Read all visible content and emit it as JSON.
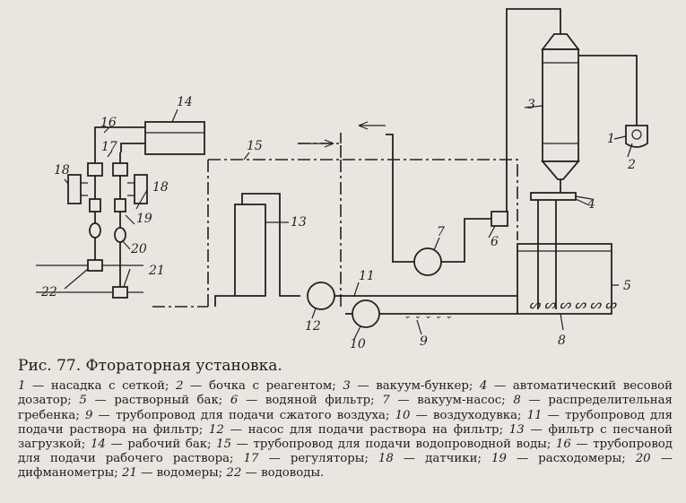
{
  "figure": {
    "title": "Рис. 77. Фтораторная установка.",
    "labels": [
      "1",
      "2",
      "3",
      "4",
      "5",
      "6",
      "7",
      "8",
      "9",
      "10",
      "11",
      "12",
      "13",
      "14",
      "15",
      "16",
      "17",
      "18",
      "19",
      "20",
      "21",
      "22"
    ]
  },
  "legend": [
    {
      "num": "1",
      "text": "насадка с сеткой"
    },
    {
      "num": "2",
      "text": "бочка с реагентом"
    },
    {
      "num": "3",
      "text": "вакуум-бункер"
    },
    {
      "num": "4",
      "text": "автоматический весовой дозатор"
    },
    {
      "num": "5",
      "text": "растворный бак"
    },
    {
      "num": "6",
      "text": "водяной фильтр"
    },
    {
      "num": "7",
      "text": "вакуум-насос"
    },
    {
      "num": "8",
      "text": "распределительная гребенка"
    },
    {
      "num": "9",
      "text": "трубопровод для подачи сжатого воздуха"
    },
    {
      "num": "10",
      "text": "воздуходувка"
    },
    {
      "num": "11",
      "text": "трубопровод для подачи раствора на фильтр"
    },
    {
      "num": "12",
      "text": "насос для подачи раствора на фильтр"
    },
    {
      "num": "13",
      "text": "фильтр с песчаной загрузкой"
    },
    {
      "num": "14",
      "text": "рабочий бак"
    },
    {
      "num": "15",
      "text": "трубопровод для подачи водопроводной воды"
    },
    {
      "num": "16",
      "text": "трубопровод для подачи рабочего раствора"
    },
    {
      "num": "17",
      "text": "регуляторы"
    },
    {
      "num": "18",
      "text": "датчики"
    },
    {
      "num": "19",
      "text": "расходомеры"
    },
    {
      "num": "20",
      "text": "дифманометры"
    },
    {
      "num": "21",
      "text": "водомеры"
    },
    {
      "num": "22",
      "text": "водоводы"
    }
  ]
}
